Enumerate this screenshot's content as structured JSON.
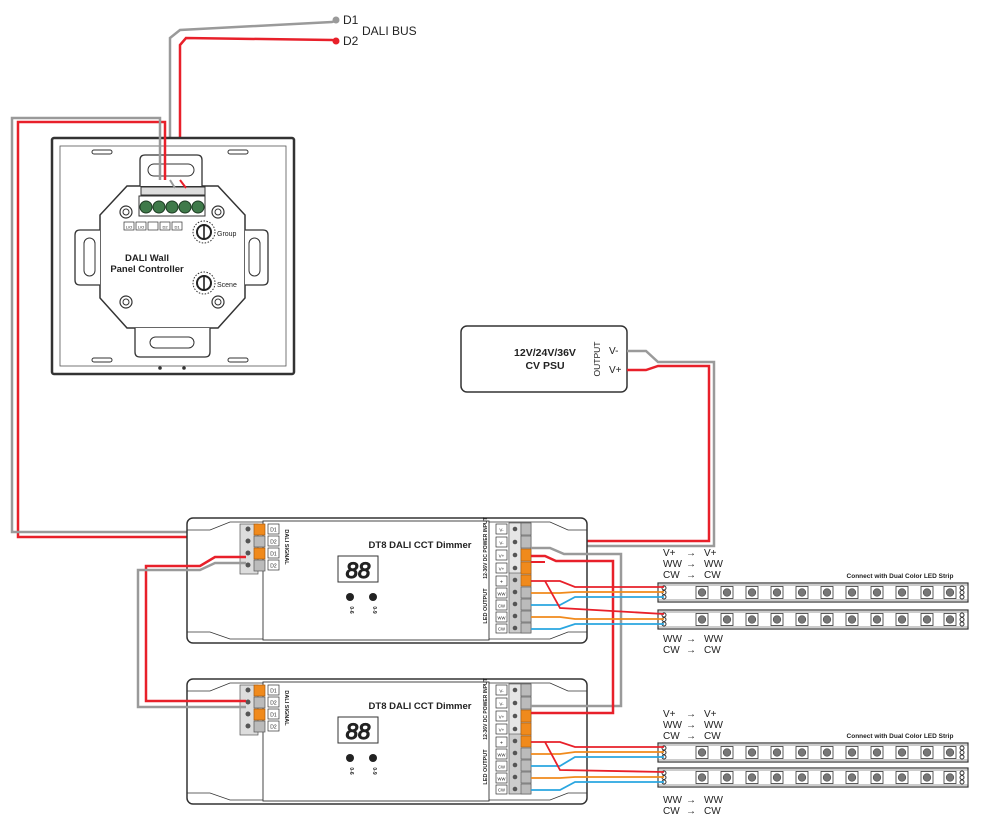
{
  "bus": {
    "d1": "D1",
    "d2": "D2",
    "label": "DALI BUS"
  },
  "panel": {
    "title_line1": "DALI Wall",
    "title_line2": "Panel Controller",
    "group_label": "Group",
    "scene_label": "Scene",
    "terminals": [
      "L/O",
      "L/O",
      "",
      "D2",
      "D1"
    ]
  },
  "psu": {
    "line1": "12V/24V/36V",
    "line2": "CV PSU",
    "output_label": "OUTPUT",
    "vminus": "V-",
    "vplus": "V+"
  },
  "dimmer": {
    "title": "DT8 DALI CCT Dimmer",
    "dali_label": "DALI SIGNAL",
    "power_label": "12-36V DC POWER INPUT",
    "led_label": "LED OUTPUT",
    "dali_pins": [
      "D1",
      "D2",
      "D1",
      "D2"
    ],
    "power_pins": [
      "V-",
      "V-",
      "V+",
      "V+"
    ],
    "led_pins": [
      "+",
      "WW",
      "CW",
      "WW",
      "CW"
    ],
    "display": "88",
    "btn_left": "0-6",
    "btn_right": "0-9"
  },
  "strip": {
    "label": "Connect with Dual Color LED Strip",
    "top_map": [
      [
        "V+",
        "V+"
      ],
      [
        "WW",
        "WW"
      ],
      [
        "CW",
        "CW"
      ]
    ],
    "bottom_map": [
      [
        "WW",
        "WW"
      ],
      [
        "CW",
        "CW"
      ]
    ],
    "arrow": "→"
  },
  "colors": {
    "red": "#e8202a",
    "gray": "#9a9a9a",
    "orange": "#f08a1c",
    "blue": "#2aa6e0",
    "frame": "#333333"
  }
}
